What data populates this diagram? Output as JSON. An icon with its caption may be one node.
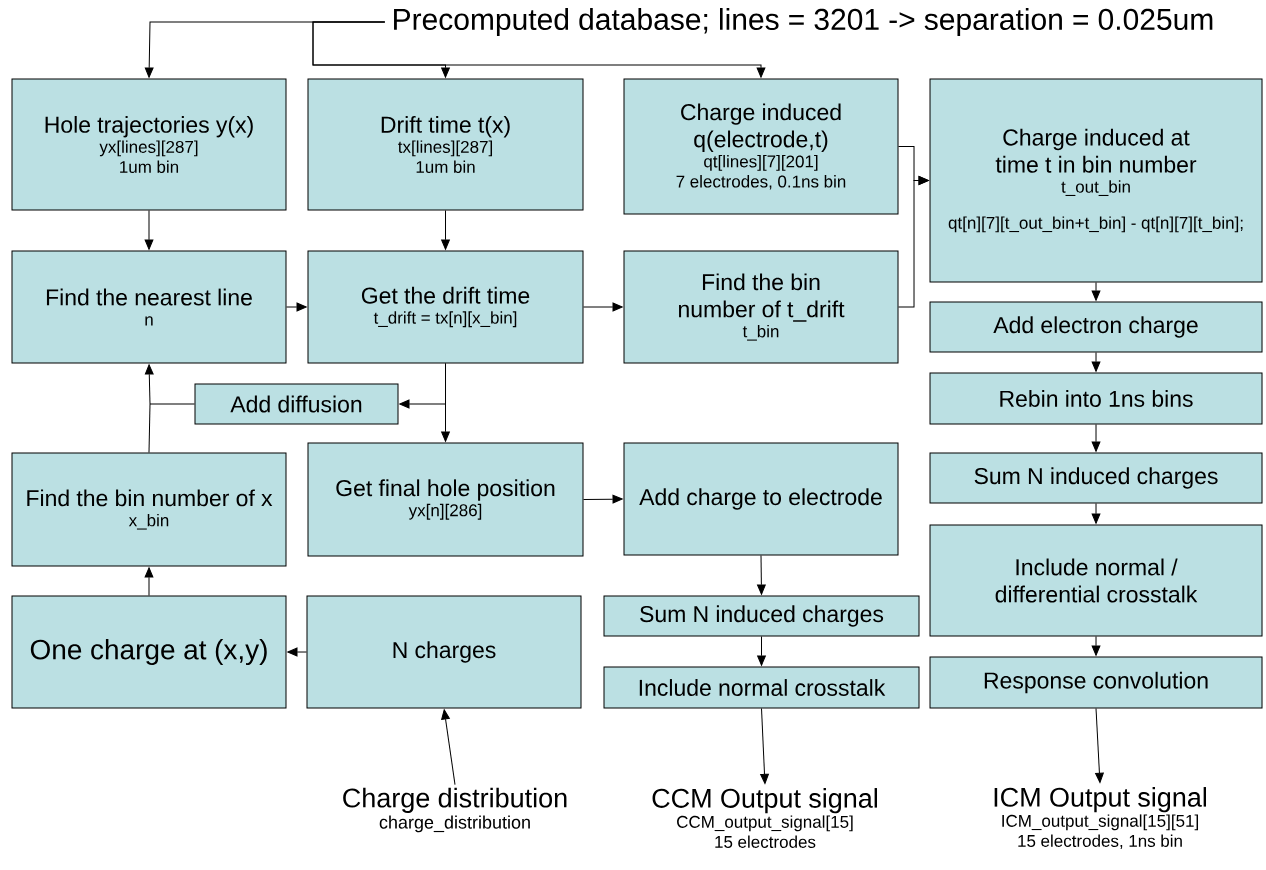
{
  "diagram": {
    "nodes": [
      {
        "text": [
          "Precomputed database; lines = 3201 -> separation = 0.025um"
        ]
      },
      {
        "text": [
          "Hole trajectories y(x)",
          "yx[lines][287]",
          "1um bin"
        ]
      },
      {
        "text": [
          "Drift time t(x)",
          "tx[lines][287]",
          "1um bin"
        ]
      },
      {
        "text": [
          "Charge induced q(electrode,t)",
          "qt[lines][7][201]",
          "7 electrodes, 0.1ns bin"
        ]
      },
      {
        "text": [
          "Charge induced at time t in bin number",
          "t_out_bin",
          "qt[n][7][t_out_bin+t_bin] - qt[n][7][t_bin];"
        ]
      },
      {
        "text": [
          "Find the nearest line",
          "n"
        ]
      },
      {
        "text": [
          "Get the drift time",
          "t_drift = tx[n][x_bin]"
        ]
      },
      {
        "text": [
          "Find the bin number of t_drift",
          "t_bin"
        ]
      },
      {
        "text": [
          "Add electron charge"
        ]
      },
      {
        "text": [
          "Add diffusion"
        ]
      },
      {
        "text": [
          "Rebin into 1ns bins"
        ]
      },
      {
        "text": [
          "Find the bin number of x",
          "x_bin"
        ]
      },
      {
        "text": [
          "Get final hole position",
          "yx[n][286]"
        ]
      },
      {
        "text": [
          "Add charge to electrode"
        ]
      },
      {
        "text": [
          "Sum N induced charges"
        ]
      },
      {
        "text": [
          "Include normal / differential crosstalk"
        ]
      },
      {
        "text": [
          "One charge at (x,y)"
        ]
      },
      {
        "text": [
          "N charges"
        ]
      },
      {
        "text": [
          "Sum N induced charges"
        ]
      },
      {
        "text": [
          "Include normal crosstalk"
        ]
      },
      {
        "text": [
          "Response convolution"
        ]
      },
      {
        "text": [
          "Charge distribution",
          "charge_distribution"
        ]
      },
      {
        "text": [
          "CCM Output signal",
          "CCM_output_signal[15]",
          "15 electrodes"
        ]
      },
      {
        "text": [
          "ICM Output signal",
          "ICM_output_signal[15][51]",
          "15 electrodes, 1ns bin"
        ]
      }
    ],
    "edges": [
      {
        "from": 0,
        "to": 1,
        "arrow": "to"
      },
      {
        "from": 0,
        "to": 2,
        "arrow": "to"
      },
      {
        "from": 0,
        "to": 3,
        "arrow": "to"
      },
      {
        "from": 1,
        "to": 5,
        "arrow": "to"
      },
      {
        "from": 2,
        "to": 6,
        "arrow": "to"
      },
      {
        "from": 3,
        "to": 4,
        "arrow": "to"
      },
      {
        "from": 5,
        "to": 6,
        "arrow": "to"
      },
      {
        "from": 6,
        "to": 7,
        "arrow": "to"
      },
      {
        "from": 7,
        "to": 4,
        "arrow": "to"
      },
      {
        "from": 4,
        "to": 8,
        "arrow": "to"
      },
      {
        "from": 6,
        "to": 9,
        "arrow": "to"
      },
      {
        "from": 9,
        "to": 5,
        "arrow": "to"
      },
      {
        "from": 8,
        "to": 10,
        "arrow": "to"
      },
      {
        "from": 6,
        "to": 12,
        "arrow": "to"
      },
      {
        "from": 10,
        "to": 14,
        "arrow": "to"
      },
      {
        "from": 11,
        "to": 5,
        "arrow": "to"
      },
      {
        "from": 12,
        "to": 13,
        "arrow": "to"
      },
      {
        "from": 14,
        "to": 15,
        "arrow": "to"
      },
      {
        "from": 13,
        "to": 18,
        "arrow": "to"
      },
      {
        "from": 16,
        "to": 11,
        "arrow": "to"
      },
      {
        "from": 17,
        "to": 16,
        "arrow": "to"
      },
      {
        "from": 15,
        "to": 20,
        "arrow": "to"
      },
      {
        "from": 18,
        "to": 19,
        "arrow": "to"
      },
      {
        "from": 21,
        "to": 17,
        "arrow": "to"
      },
      {
        "from": 19,
        "to": 22,
        "arrow": "to"
      },
      {
        "from": 20,
        "to": 23,
        "arrow": "to"
      }
    ]
  }
}
